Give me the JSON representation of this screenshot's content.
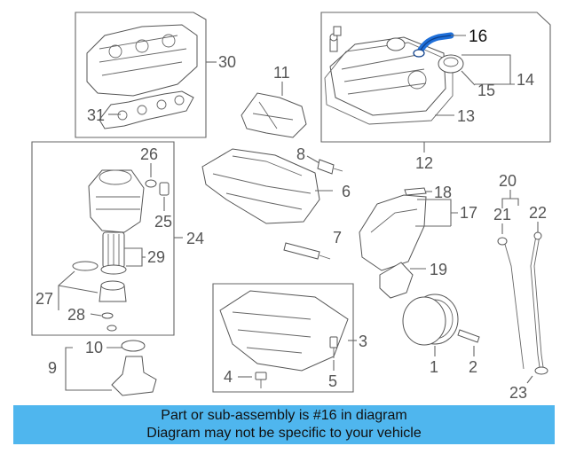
{
  "diagram": {
    "callouts": {
      "c1": "1",
      "c2": "2",
      "c3": "3",
      "c4": "4",
      "c5": "5",
      "c6": "6",
      "c7": "7",
      "c8": "8",
      "c9": "9",
      "c10": "10",
      "c11": "11",
      "c12": "12",
      "c13": "13",
      "c14": "14",
      "c15": "15",
      "c16": "16",
      "c17": "17",
      "c18": "18",
      "c19": "19",
      "c20": "20",
      "c21": "21",
      "c22": "22",
      "c23": "23",
      "c24": "24",
      "c25": "25",
      "c26": "26",
      "c27": "27",
      "c28": "28",
      "c29": "29",
      "c30": "30",
      "c31": "31"
    },
    "highlighted_part": "16",
    "highlight_color": "#1e6fd9"
  },
  "banner": {
    "line1": "Part or sub-assembly is #16 in diagram",
    "line2": "Diagram may not be specific to your vehicle",
    "background": "#4fb6ee"
  }
}
